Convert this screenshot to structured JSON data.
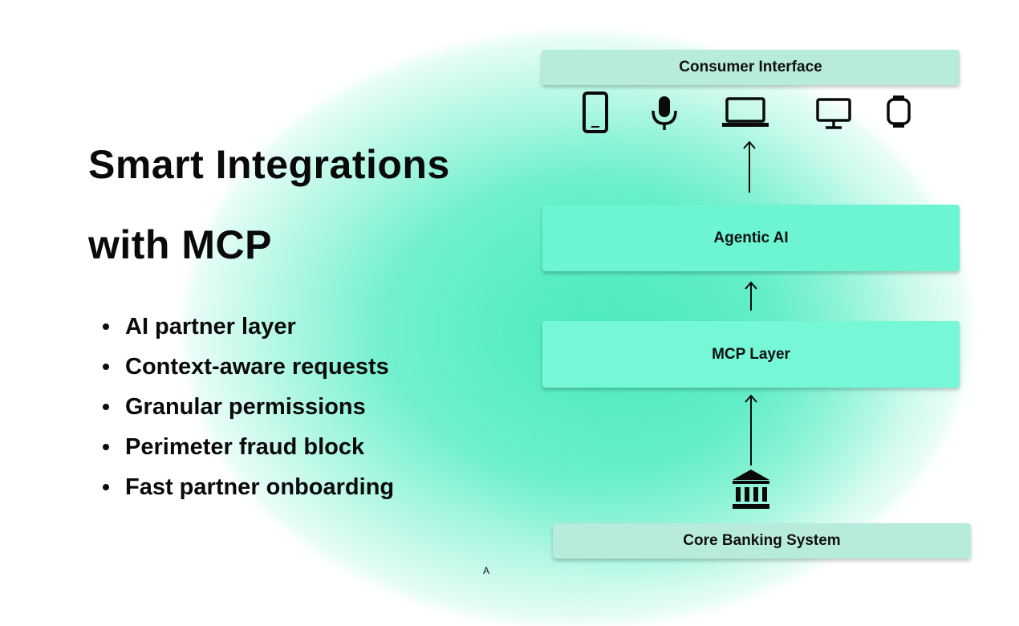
{
  "title_line1": "Smart Integrations",
  "title_line2": "with MCP",
  "bullets": [
    "AI partner layer",
    "Context-aware requests",
    "Granular permissions",
    "Perimeter fraud block",
    "Fast partner onboarding"
  ],
  "diagram": {
    "consumer_interface": "Consumer Interface",
    "agentic_ai": "Agentic AI",
    "mcp_layer": "MCP Layer",
    "core_banking": "Core Banking System",
    "device_icons": [
      "smartphone-icon",
      "microphone-icon",
      "laptop-icon",
      "monitor-icon",
      "smartwatch-icon"
    ],
    "bank_icon": "bank-icon"
  },
  "marker": "A",
  "colors": {
    "glow": "#5cefc6",
    "box_light": "#b7ebdc",
    "box_accent": "#6cf4d3",
    "text": "#0a0a0a"
  }
}
